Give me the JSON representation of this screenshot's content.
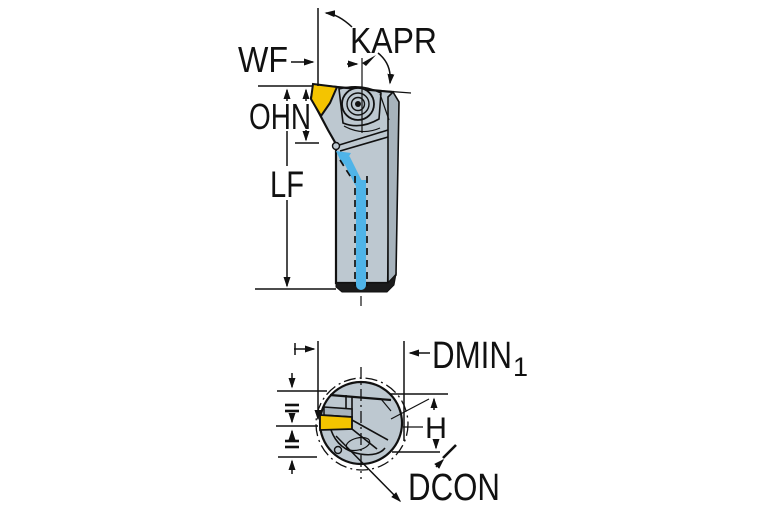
{
  "figure": {
    "description": "Technical dimension drawing of a boring bar tool holder with indexable insert, side view and end view",
    "labels": {
      "wf": "WF",
      "kapr": "KAPR",
      "ohn": "OHN",
      "lf": "LF",
      "dmin": "DMIN",
      "dmin_sub": "1",
      "h": "H",
      "dcon": "DCON"
    },
    "colors": {
      "insert": "#f4c400",
      "body": "#bdc8d0",
      "body_shade": "#a7b3bc",
      "body_dark": "#1b1b1b",
      "coolant": "#4fb4e8",
      "outline": "#111111",
      "background": "#ffffff"
    }
  }
}
